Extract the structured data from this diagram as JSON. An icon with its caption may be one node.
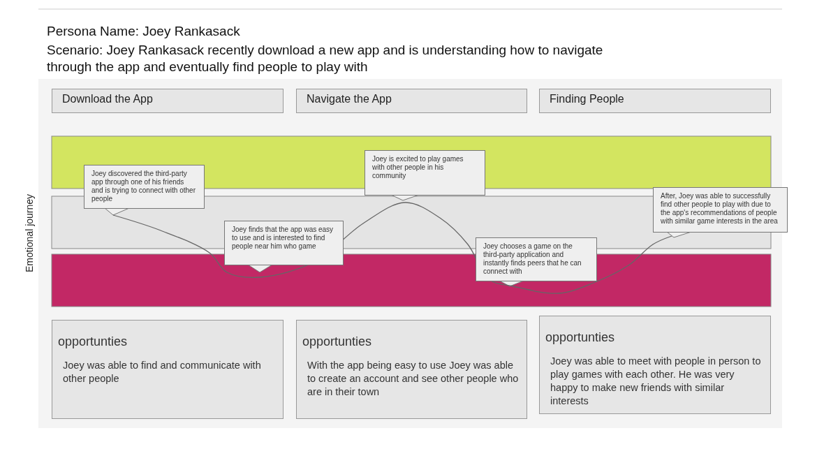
{
  "diagram": {
    "title": "Persona Name: Joey Rankasack",
    "nodes": [
      {
        "text": [
          "Download the App"
        ]
      },
      {
        "text": [
          "Navigate the App"
        ]
      },
      {
        "text": [
          "Finding People"
        ]
      },
      {
        "text": [
          "Joey discovered the third-party app through one of his friends and is trying to connect with other people"
        ]
      },
      {
        "text": [
          "Joey is excited to play games with other people in his community"
        ]
      },
      {
        "text": [
          "Joey finds that the app was easy to use and is interested to find people near him who game"
        ]
      },
      {
        "text": [
          "Joey chooses a game on the third-party application and instantly finds peers that he can connect with"
        ]
      },
      {
        "text": [
          "After, Joey was able to successfully find other people to play with due to the app's recommendations of people with similar game interests in the area"
        ]
      },
      {
        "text": [
          "opportunties",
          "Joey was able to find and communicate with other people"
        ]
      },
      {
        "text": [
          "opportunties",
          "With the app being easy to use Joey was able to create an account and see other people who are in their town"
        ]
      },
      {
        "text": [
          "opportunties",
          "Joey was able to meet with people in person to play games with each other. He was very happy to make new friends with similar interests"
        ]
      }
    ],
    "edges": [],
    "labels": [
      "Scenario: Joey Rankasack recently download a new app and is understanding how to navigate through the app and eventually find people to play with",
      "Emotional journey"
    ]
  }
}
